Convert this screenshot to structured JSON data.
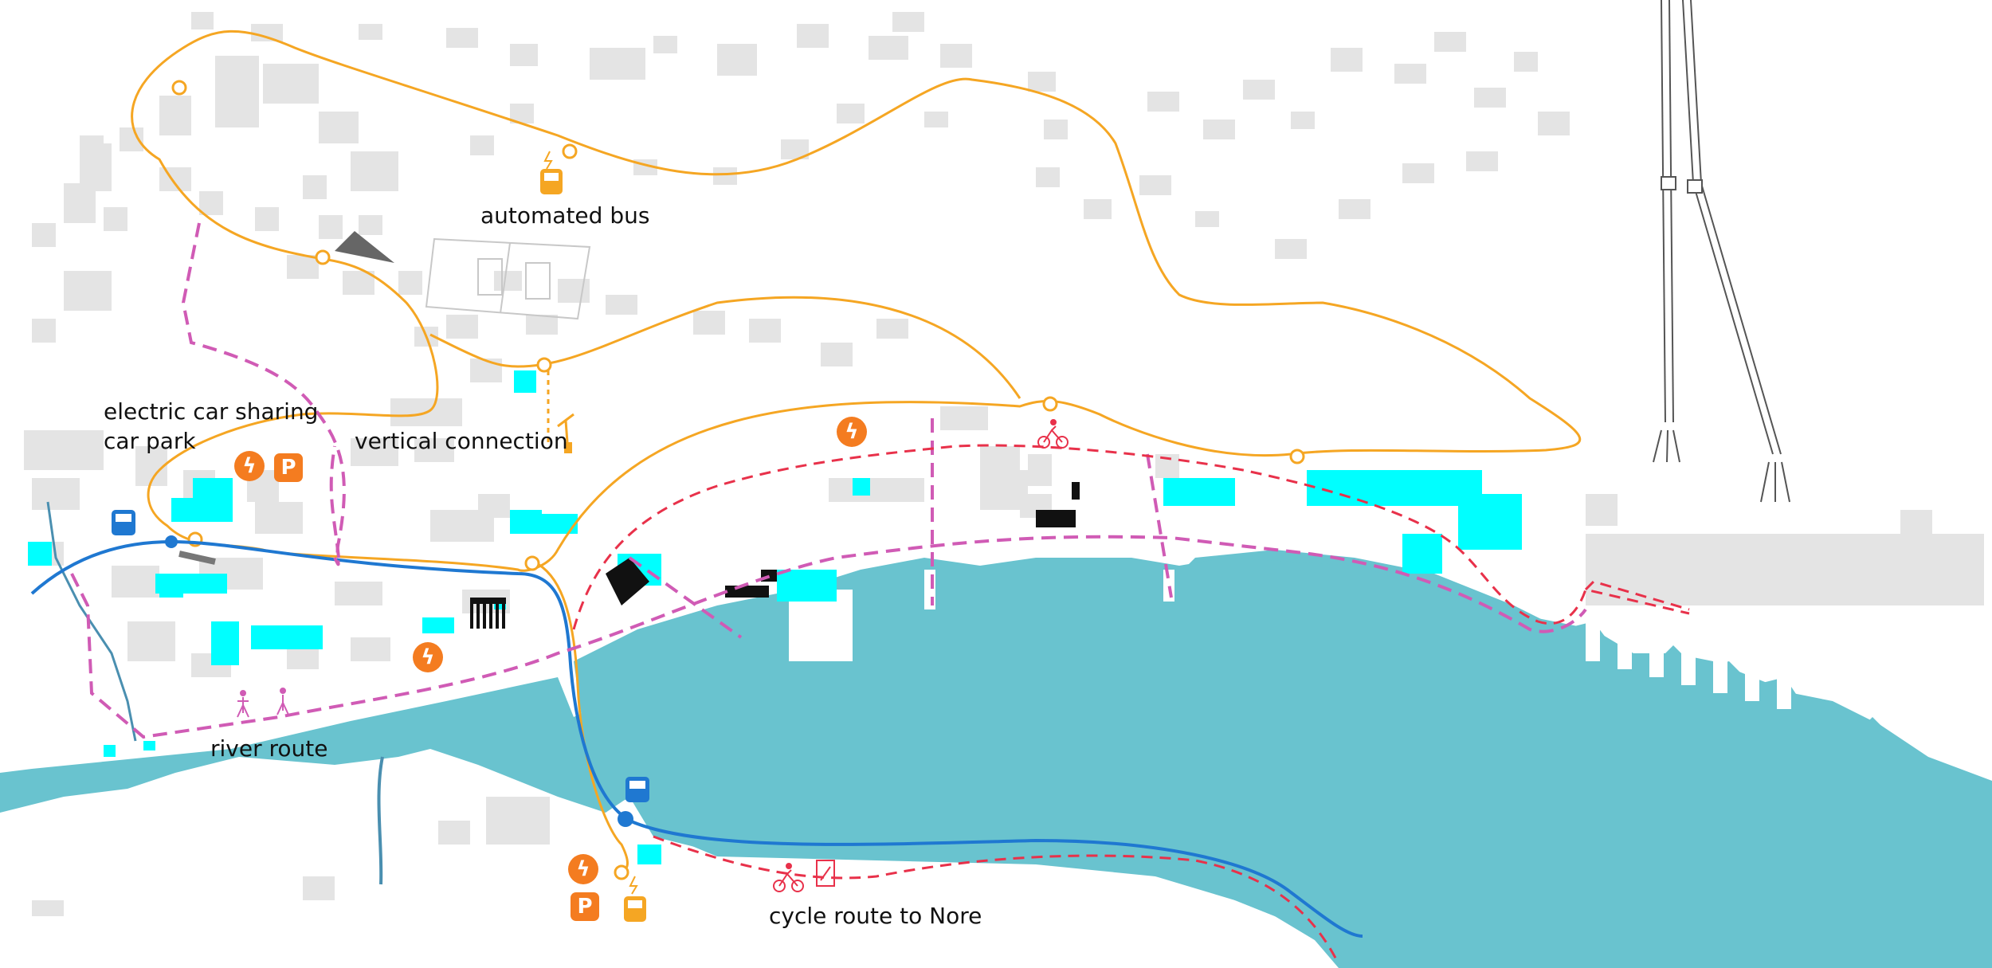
{
  "colors": {
    "water": "#69c3cf",
    "building": "#e4e4e4",
    "highlight": "#00ffff",
    "bus_route": "#f5a623",
    "train_route": "#1f78d1",
    "walking_route": "#d05bb5",
    "cycle_route": "#e8314a",
    "charging": "#f47c20",
    "structure": "#111111"
  },
  "labels": {
    "automated_bus": "automated bus",
    "electric_car_sharing_line1": "electric car sharing",
    "electric_car_sharing_line2": "car park",
    "vertical_connection": "vertical connection",
    "river_route": "river route",
    "cycle_route_to_nore": "cycle route to Nore"
  },
  "icons": {
    "parking_letter": "P",
    "lightning_glyph": "ϟ",
    "bus_glyph": "bus-icon",
    "bicycle_glyph": "bicycle-icon",
    "walking_glyph": "pedestrian-icon"
  }
}
